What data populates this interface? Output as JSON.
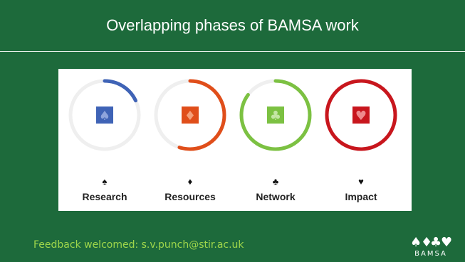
{
  "slide": {
    "title": "Overlapping phases of BAMSA work",
    "footer": "Feedback welcomed:  s.v.punch@stir.ac.uk",
    "logo_text": "BAMSA"
  },
  "phases": [
    {
      "label": "Research",
      "suit": "♠",
      "icon": "spade-icon",
      "color": "#3f63b6",
      "progress": 0.18
    },
    {
      "label": "Resources",
      "suit": "♦",
      "icon": "diamond-icon",
      "color": "#e04e1a",
      "progress": 0.55
    },
    {
      "label": "Network",
      "suit": "♣",
      "icon": "club-icon",
      "color": "#7cc142",
      "progress": 0.85
    },
    {
      "label": "Impact",
      "suit": "♥",
      "icon": "heart-icon",
      "color": "#c8161d",
      "progress": 1.0
    }
  ]
}
